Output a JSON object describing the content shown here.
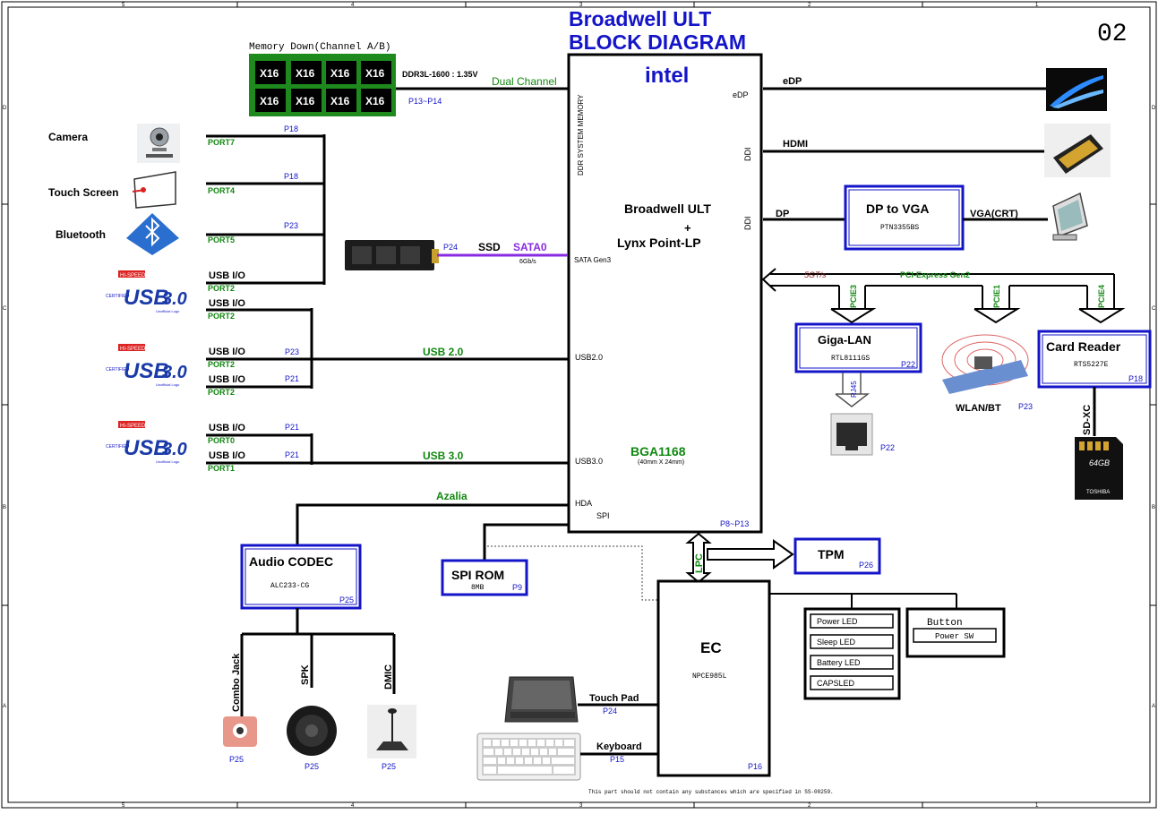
{
  "title": {
    "line1": "Broadwell ULT",
    "line2": "BLOCK DIAGRAM",
    "page_no": "02"
  },
  "memory": {
    "title": "Memory Down(Channel A/B)",
    "chip_label": "X16",
    "spec": "DDR3L-1600 : 1.35V",
    "pages": "P13~P14",
    "link": "Dual Channel"
  },
  "cpu": {
    "logo": "intel",
    "name1": "Broadwell ULT",
    "plus": "+",
    "name2": "Lynx Point-LP",
    "package": "BGA1168",
    "package_size": "(40mm X 24mm)",
    "pages": "P8~P13",
    "pins": {
      "edp": "eDP",
      "ddi1": "DDI",
      "ddi2": "DDI",
      "ddr": "DDR SYSTEM MEMORY",
      "sata": "SATA Gen3",
      "usb2": "USB2.0",
      "usb3": "USB3.0",
      "hda": "HDA",
      "spi": "SPI"
    }
  },
  "left_devices": [
    {
      "name": "Camera",
      "port": "PORT7",
      "page": "P18"
    },
    {
      "name": "Touch Screen",
      "port": "PORT4",
      "page": "P18"
    },
    {
      "name": "Bluetooth",
      "port": "PORT5",
      "page": "P23"
    }
  ],
  "usb_ports": [
    {
      "label": "USB I/O",
      "port": "PORT2",
      "page": ""
    },
    {
      "label": "USB I/O",
      "port": "PORT2",
      "page": ""
    },
    {
      "label": "USB I/O",
      "port": "PORT2",
      "page": "P23"
    },
    {
      "label": "USB I/O",
      "port": "PORT2",
      "page": "P21"
    },
    {
      "label": "USB I/O",
      "port": "PORT0",
      "page": "P21"
    },
    {
      "label": "USB I/O",
      "port": "PORT1",
      "page": "P21"
    }
  ],
  "usb_logo": {
    "brand": "USB",
    "version": "3.0",
    "top": "HI-SPEED",
    "side": "CERTIFIED",
    "sub": "Unofficial Logo"
  },
  "buses": {
    "usb20": "USB 2.0",
    "usb30": "USB 3.0",
    "azalia": "Azalia",
    "lpc": "LPC"
  },
  "ssd": {
    "page": "P24",
    "label": "SSD",
    "bus": "SATA0",
    "speed": "6Gb/s"
  },
  "display": {
    "edp": "eDP",
    "hdmi": "HDMI",
    "dp": "DP",
    "dp_to_vga": "DP to VGA",
    "vga_chip": "PTN3355BS",
    "vga_out": "VGA(CRT)"
  },
  "pcie": {
    "speed": "5GT/s",
    "gen": "PCI-Express Gen2",
    "p3": "PCIE3",
    "p1": "PCIE1",
    "p4": "PCIE4"
  },
  "lan": {
    "name": "Giga-LAN",
    "chip": "RTL8111GS",
    "page": "P22",
    "rj45": "RJ45",
    "rj45_page": "P22"
  },
  "wlan": {
    "name": "WLAN/BT",
    "page": "P23"
  },
  "card_reader": {
    "name": "Card Reader",
    "chip": "RTS5227E",
    "page": "P18",
    "sdxc": "SD-XC",
    "card_cap": "64GB",
    "card_brand": "TOSHIBA"
  },
  "audio": {
    "name": "Audio CODEC",
    "chip": "ALC233-CG",
    "page": "P25",
    "outputs": [
      {
        "name": "Combo Jack",
        "page": "P25"
      },
      {
        "name": "SPK",
        "page": "P25"
      },
      {
        "name": "DMIC",
        "page": "P25"
      }
    ]
  },
  "spi_rom": {
    "name": "SPI ROM",
    "size": "8MB",
    "page": "P9"
  },
  "tpm": {
    "name": "TPM",
    "page": "P26"
  },
  "ec": {
    "name": "EC",
    "chip": "NPCE985L",
    "page": "P16"
  },
  "leds": [
    "Power LED",
    "Sleep LED",
    "Battery LED",
    "CAPSLED"
  ],
  "button": {
    "name": "Button",
    "item": "Power SW"
  },
  "touchpad": {
    "name": "Touch Pad",
    "page": "P24"
  },
  "keyboard": {
    "name": "Keyboard",
    "page": "P15"
  },
  "footer": "This part should not contain any substances which are specified in SS-00259.",
  "border": {
    "cols": [
      "5",
      "4",
      "3",
      "2",
      "1"
    ],
    "rows": [
      "D",
      "C",
      "B",
      "A"
    ]
  }
}
